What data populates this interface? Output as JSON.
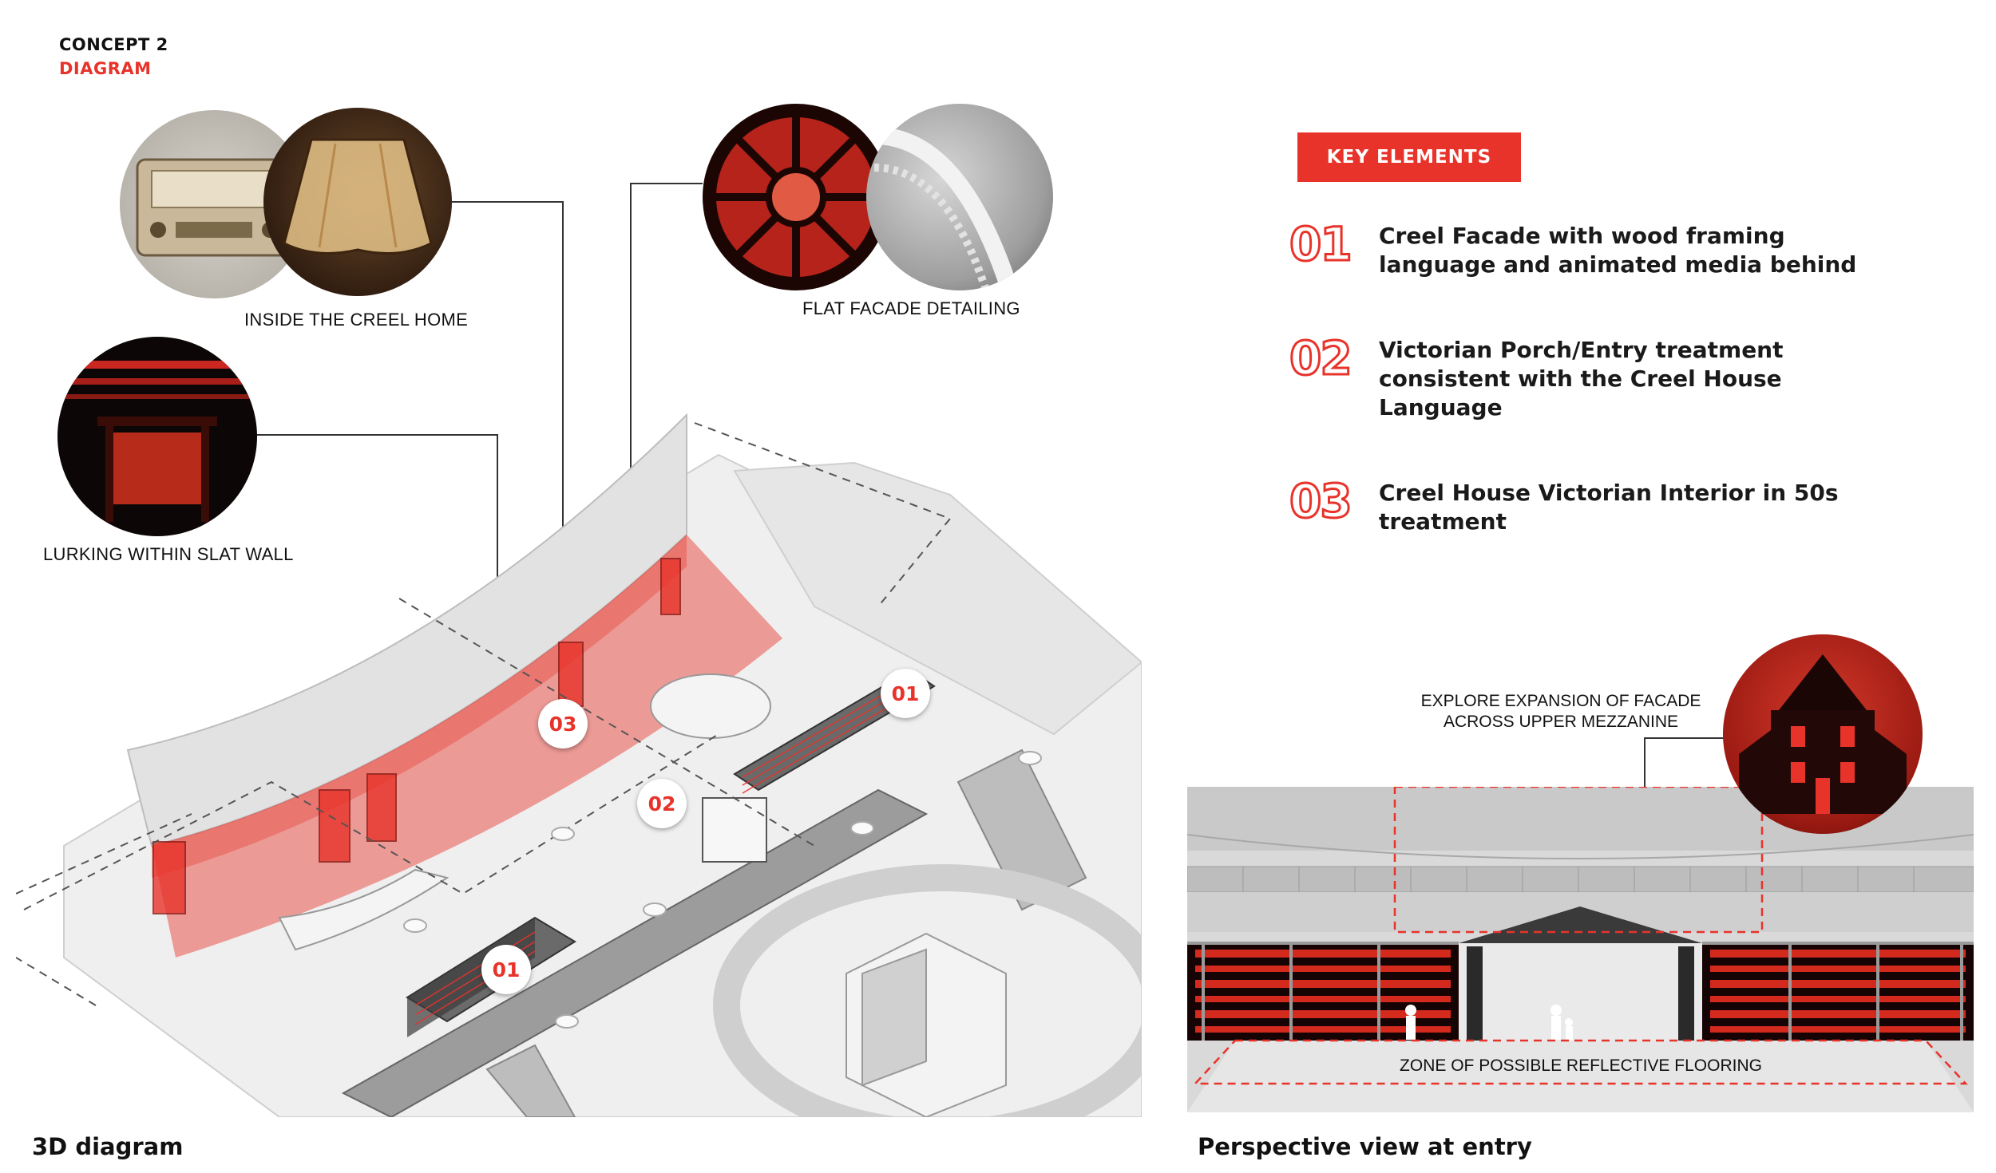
{
  "header": {
    "line1": "CONCEPT 2",
    "line2": "DIAGRAM"
  },
  "captions": {
    "creel_home": "INSIDE THE CREEL HOME",
    "slat_wall": "LURKING WITHIN SLAT WALL",
    "flat_facade": "FLAT FACADE DETAILING"
  },
  "key": {
    "title": "KEY ELEMENTS",
    "items": [
      {
        "num": "01",
        "text": "Creel Facade with wood framing language and animated media behind"
      },
      {
        "num": "02",
        "text": "Victorian Porch/Entry treatment consistent with the Creel House Language"
      },
      {
        "num": "03",
        "text": "Creel House Victorian Interior in 50s treatment"
      }
    ]
  },
  "diagram_badges": [
    "03",
    "01",
    "02",
    "01"
  ],
  "perspective": {
    "caption_top_1": "EXPLORE EXPANSION OF FACADE",
    "caption_top_2": "ACROSS UPPER MEZZANINE",
    "caption_floor": "ZONE OF POSSIBLE REFLECTIVE FLOORING"
  },
  "labels": {
    "left": "3D diagram",
    "right": "Perspective view at entry"
  },
  "colors": {
    "accent": "#e8332a",
    "dark": "#111111"
  }
}
